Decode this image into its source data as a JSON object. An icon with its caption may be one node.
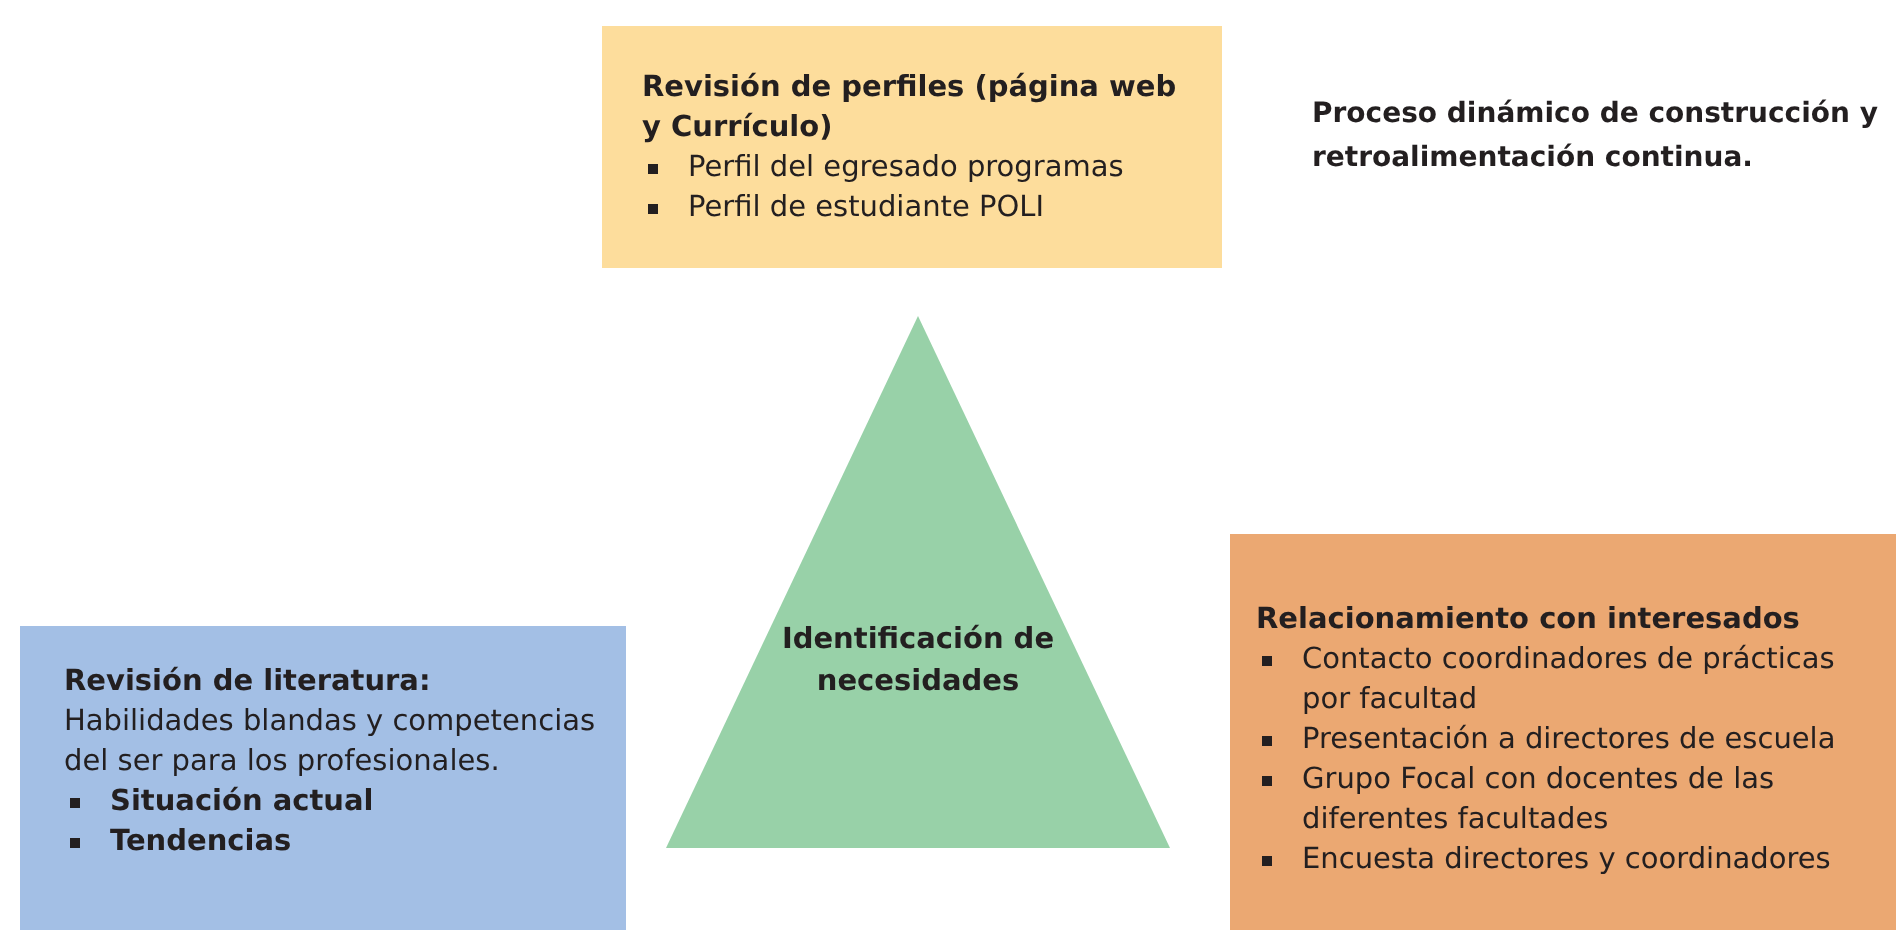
{
  "diagram": {
    "nodes": [
      {
        "text": [
          "Revisión de perfiles (página web y Currículo)",
          "Perfil del egresado programas",
          "Perfil de estudiante POLI"
        ]
      },
      {
        "text": [
          "Identificación de necesidades"
        ]
      },
      {
        "text": [
          "**Revisión de literatura:** Habilidades blandas y competencias del ser para los profesionales.",
          "Situación actual",
          "Tendencias"
        ]
      },
      {
        "text": [
          "Relacionamiento con interesados",
          "Contacto coordinadores de prácticas por facultad",
          "Presentación a directores de escuela",
          "Grupo Focal con docentes de las diferentes facultades",
          "Encuesta directores y coordinadores"
        ]
      }
    ],
    "labels": [
      "Proceso dinámico de construcción y retroalimentación continua."
    ]
  }
}
